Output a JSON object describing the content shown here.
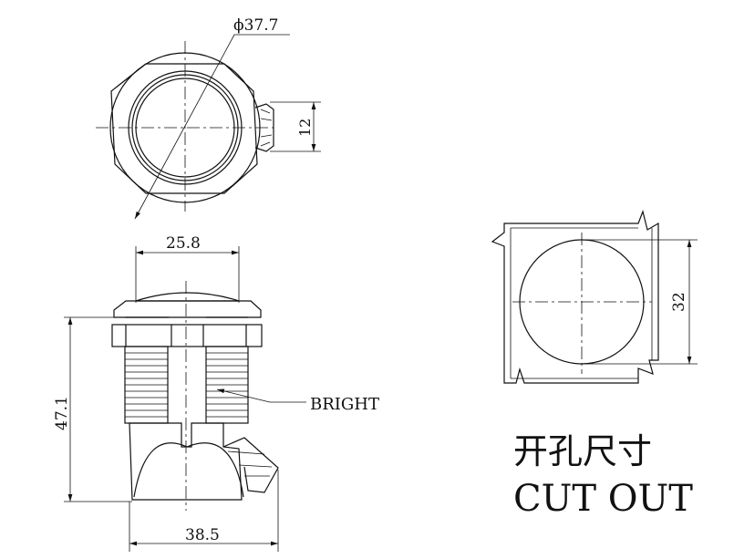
{
  "top_view": {
    "diameter_label": "ϕ37.7",
    "height_label": "12"
  },
  "side_view": {
    "top_width_label": "25.8",
    "height_label": "47.1",
    "bottom_width_label": "38.5",
    "callout_label": "BRIGHT"
  },
  "cutout": {
    "diameter_label": "32",
    "title_cn": "开孔尺寸",
    "title_en": "CUT OUT"
  }
}
